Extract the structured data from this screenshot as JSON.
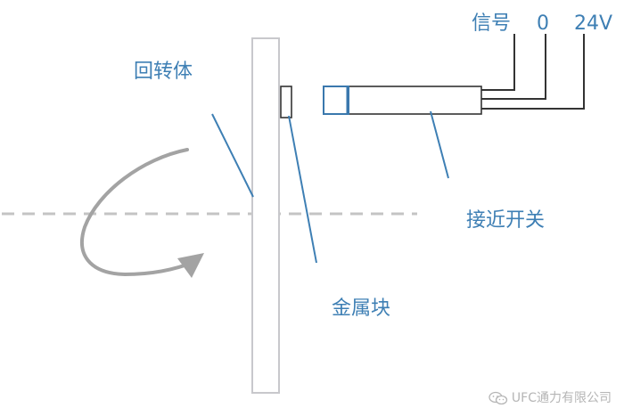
{
  "labels": {
    "rotor": "回转体",
    "signal": "信号",
    "zero": "0",
    "voltage": "24V",
    "proximity_switch": "接近开关",
    "metal_block": "金属块"
  },
  "watermark": {
    "text": "UFC通力有限公司",
    "icon": "wechat-icon"
  },
  "colors": {
    "label_blue": "#3e7fb4",
    "outline_gray": "#c8c8cc",
    "wire_dark": "#333333",
    "axis_dash": "#c4c4c4",
    "arrow_gray": "#a3a3a3",
    "accent_blue": "#3a78ad"
  }
}
